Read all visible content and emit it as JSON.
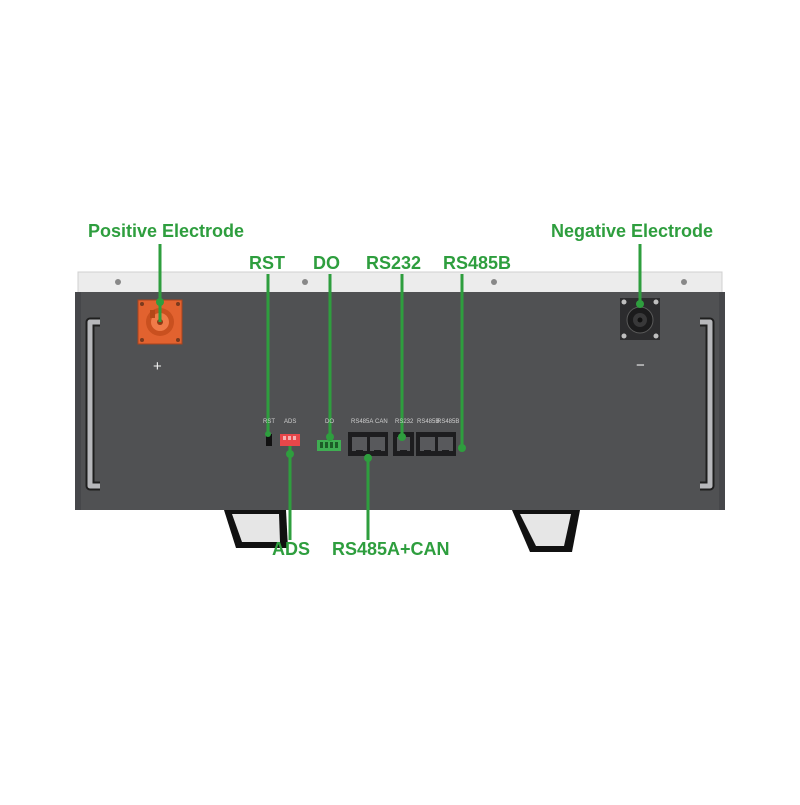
{
  "colors": {
    "label_green": "#2e9e3e",
    "panel": "#505153",
    "top_plate": "#ececec",
    "handle": "#a9aaad",
    "positive_terminal": "#e2622f",
    "negative_terminal": "#2c2c2e",
    "dip_switch": "#e8474a",
    "terminal_block": "#3fae52"
  },
  "callouts": {
    "positive_electrode": "Positive Electrode",
    "negative_electrode": "Negative Electrode",
    "rst": "RST",
    "do": "DO",
    "rs232": "RS232",
    "rs485b": "RS485B",
    "ads": "ADS",
    "rs485a_can": "RS485A+CAN"
  },
  "panel_labels": {
    "rst": "RST",
    "ads": "ADS",
    "do": "DO",
    "rs485a": "RS485A",
    "can": "CAN",
    "rs232": "RS232",
    "rs485b_1": "RS485B",
    "rs485b_2": "RS485B",
    "plus": "+",
    "minus": "−"
  }
}
